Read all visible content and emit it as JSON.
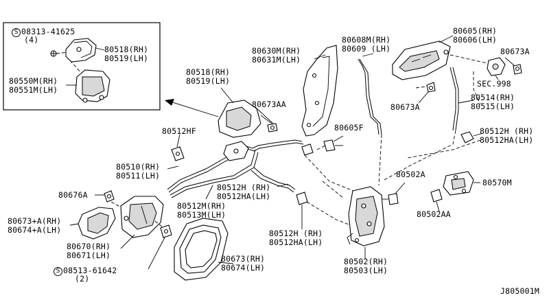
{
  "diagram_code": "J805001M",
  "callouts": {
    "screw_top": {
      "symbol": "S",
      "part": "08313-41625",
      "qty": "(4)"
    },
    "screw_bottom": {
      "symbol": "S",
      "part": "08513-61642",
      "qty": "(2)"
    }
  },
  "labels": {
    "l80518_inset": [
      "80518(RH)",
      "80519(LH)"
    ],
    "l80550": [
      "80550M(RH)",
      "80551M(LH)"
    ],
    "l80518": [
      "80518(RH)",
      "80519(LH)"
    ],
    "l80630": [
      "80630M(RH)",
      "80631M(LH)"
    ],
    "l80608": [
      "80608M(RH)",
      "80609 (LH)"
    ],
    "l80605": [
      "80605(RH)",
      "80606(LH)"
    ],
    "l80673a_top": "80673A",
    "l_sec": "SEC.998",
    "l80673a_mid": "80673A",
    "l80514": [
      "80514(RH)",
      "80515(LH)"
    ],
    "l80673aa": "80673AA",
    "l80605f": "80605F",
    "l80512hf": "80512HF",
    "l80512h_right": [
      "80512H  (RH)",
      "80512HA(LH)"
    ],
    "l80510": [
      "80510(RH)",
      "80511(LH)"
    ],
    "l80512h_center": [
      "80512H (RH)",
      "80512HA(LH)"
    ],
    "l80502a": "80502A",
    "l80570m": "80570M",
    "l80676a": "80676A",
    "l80512m": [
      "80512M(RH)",
      "80513M(LH)"
    ],
    "l80502aa": "80502AA",
    "l80673_a": [
      "80673+A(RH)",
      "80674+A(LH)"
    ],
    "l80512h_low": [
      "80512H  (RH)",
      "80512HA(LH)"
    ],
    "l80670": [
      "80670(RH)",
      "80671(LH)"
    ],
    "l80673": [
      "80673(RH)",
      "80674(LH)"
    ],
    "l80502": [
      "80502(RH)",
      "80503(LH)"
    ]
  }
}
